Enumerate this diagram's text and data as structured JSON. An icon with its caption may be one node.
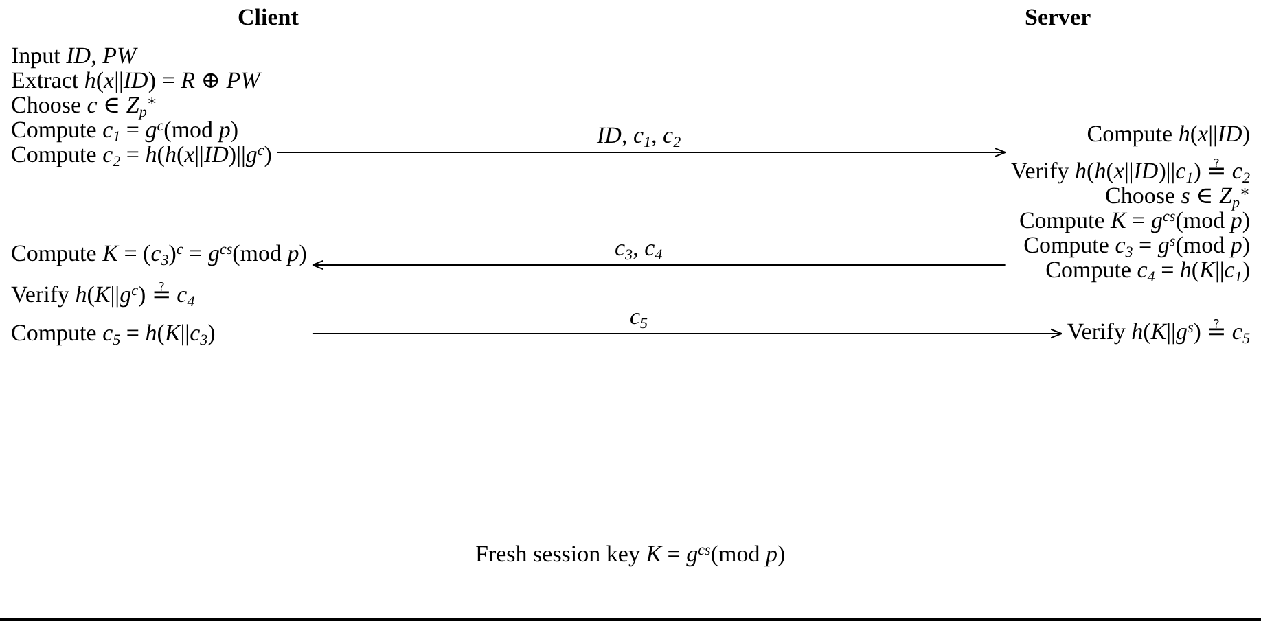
{
  "diagram": {
    "nodes": [
      {
        "text": [
          "Input *ID*, *PW*",
          "Extract *h*(*x*||*ID*) = *R* ⊕ *PW*",
          "Choose *c* ∈ *Z*$_{p}$$^{∗}$",
          "Compute *c*$_{1}$ = *g*$^{c}$(mod *p*)",
          "Compute *c*$_{2}$ = *h*(*h*(*x*||*ID*)||*g*$^{c}$)"
        ]
      },
      {
        "text": [
          "Compute *h*(*x*||*ID*)",
          "Verify *h*(*h*(*x*||*ID*)||*c*$_{1}$) ≟ *c*$_{2}$",
          "Choose *s* ∈ *Z*$_{p}$$^{∗}$",
          "Compute *K* = *g*$^{cs}$(mod *p*)",
          "Compute *c*$_{3}$ = *g*$^{s}$(mod *p*)",
          "Compute *c*$_{4}$ = *h*(*K*||*c*$_{1}$)"
        ]
      },
      {
        "text": [
          "Compute *K* = (*c*$_{3}$)$^{c}$ = *g*$^{cs}$(mod *p*)",
          "Verify *h*(*K*||*g*$^{c}$) ≟ *c*$_{4}$",
          "Compute *c*$_{5}$ = *h*(*K*||*c*$_{3}$)"
        ]
      },
      {
        "text": [
          "Verify *h*(*K*||*g*$^{s}$) ≟ *c*$_{5}$"
        ]
      }
    ],
    "edges": [
      {
        "from": 0,
        "to": 1,
        "arrow": "to",
        "label": "*ID*, *c*$_{1}$, *c*$_{2}$"
      },
      {
        "from": 1,
        "to": 2,
        "arrow": "to",
        "label": "*c*$_{3}$, *c*$_{4}$"
      },
      {
        "from": 2,
        "to": 3,
        "arrow": "to",
        "label": "*c*$_{5}$"
      }
    ],
    "labels": [
      "Client",
      "Server",
      "Fresh session key *K* = *g*$^{cs}$(mod *p*)"
    ]
  }
}
